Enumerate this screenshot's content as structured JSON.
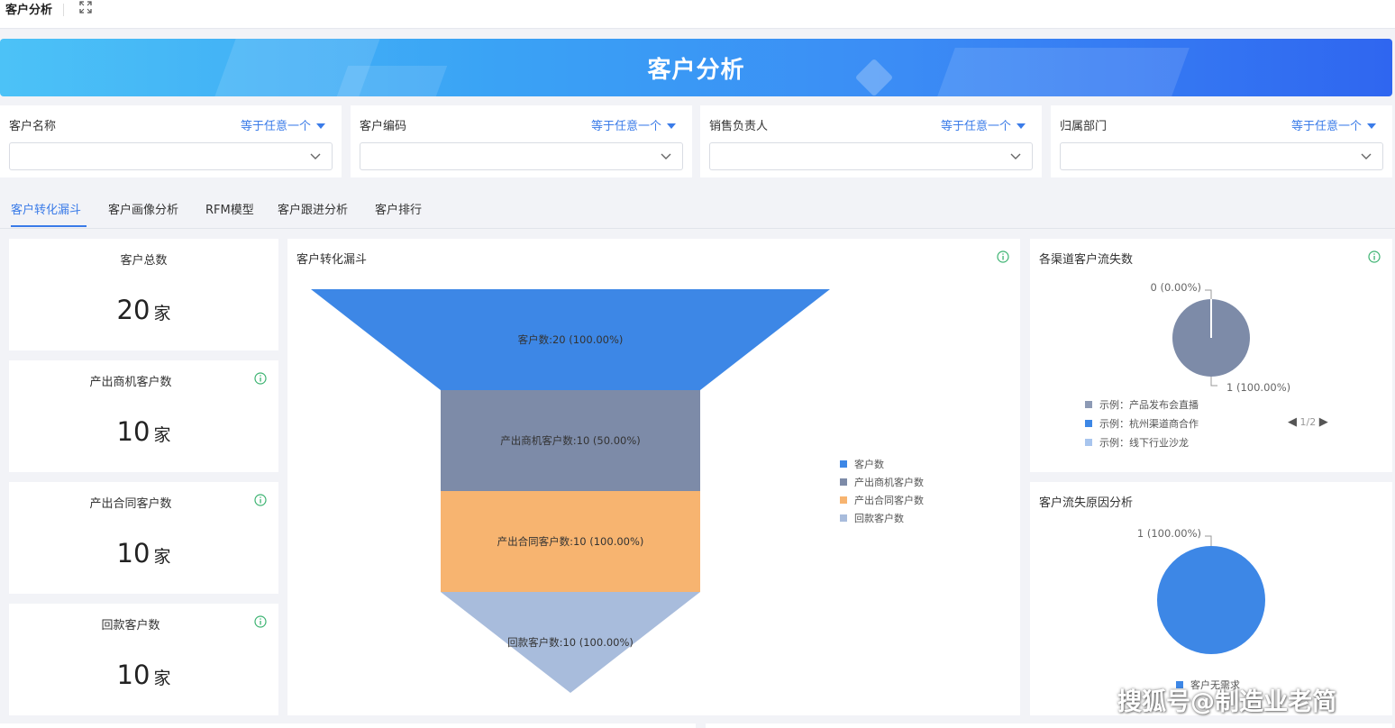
{
  "topbar": {
    "title": "客户分析",
    "fullscreen_icon": "expand-icon"
  },
  "banner": {
    "title": "客户分析"
  },
  "filters": [
    {
      "label": "客户名称",
      "operator": "等于任意一个",
      "value": ""
    },
    {
      "label": "客户编码",
      "operator": "等于任意一个",
      "value": ""
    },
    {
      "label": "销售负责人",
      "operator": "等于任意一个",
      "value": ""
    },
    {
      "label": "归属部门",
      "operator": "等于任意一个",
      "value": ""
    }
  ],
  "tabs": [
    "客户转化漏斗",
    "客户画像分析",
    "RFM模型",
    "客户跟进分析",
    "客户排行"
  ],
  "active_tab": "客户转化漏斗",
  "stats": [
    {
      "title": "客户总数",
      "value": "20",
      "unit": "家",
      "info": false
    },
    {
      "title": "产出商机客户数",
      "value": "10",
      "unit": "家",
      "info": true
    },
    {
      "title": "产出合同客户数",
      "value": "10",
      "unit": "家",
      "info": true
    },
    {
      "title": "回款客户数",
      "value": "10",
      "unit": "家",
      "info": true
    }
  ],
  "funnel": {
    "title": "客户转化漏斗",
    "colors": [
      "#3d87e6",
      "#7d8ba8",
      "#f7b470",
      "#a8bcdc"
    ],
    "legend": [
      "客户数",
      "产出商机客户数",
      "产出合同客户数",
      "回款客户数"
    ],
    "labels": [
      "客户数:20 (100.00%)",
      "产出商机客户数:10 (50.00%)",
      "产出合同客户数:10 (100.00%)",
      "回款客户数:10 (100.00%)"
    ]
  },
  "channel_loss": {
    "title": "各渠道客户流失数",
    "labels": {
      "top": "0 (0.00%)",
      "bottom": "1 (100.00%)"
    },
    "legend": [
      {
        "label": "示例：产品发布会直播",
        "color": "#8d9ab5"
      },
      {
        "label": "示例：杭州渠道商合作",
        "color": "#3d87e6"
      },
      {
        "label": "示例：线下行业沙龙",
        "color": "#a8c5ee"
      }
    ],
    "pager": "1/2",
    "pie_color": "#7d8ba8"
  },
  "loss_reason": {
    "title": "客户流失原因分析",
    "labels": {
      "top": "1 (100.00%)"
    },
    "legend": [
      {
        "label": "客户无需求",
        "color": "#3d87e6"
      }
    ],
    "pie_color": "#3d87e6"
  },
  "chart_data": [
    {
      "type": "funnel",
      "title": "客户转化漏斗",
      "categories": [
        "客户数",
        "产出商机客户数",
        "产出合同客户数",
        "回款客户数"
      ],
      "values": [
        20,
        10,
        10,
        10
      ],
      "percentages": [
        "100.00%",
        "50.00%",
        "100.00%",
        "100.00%"
      ]
    },
    {
      "type": "pie",
      "title": "各渠道客户流失数",
      "categories": [
        "示例：产品发布会直播",
        "示例：杭州渠道商合作",
        "示例：线下行业沙龙"
      ],
      "values": [
        1,
        0,
        0
      ]
    },
    {
      "type": "pie",
      "title": "客户流失原因分析",
      "categories": [
        "客户无需求"
      ],
      "values": [
        1
      ]
    }
  ],
  "watermark": "搜狐号@制造业老简"
}
